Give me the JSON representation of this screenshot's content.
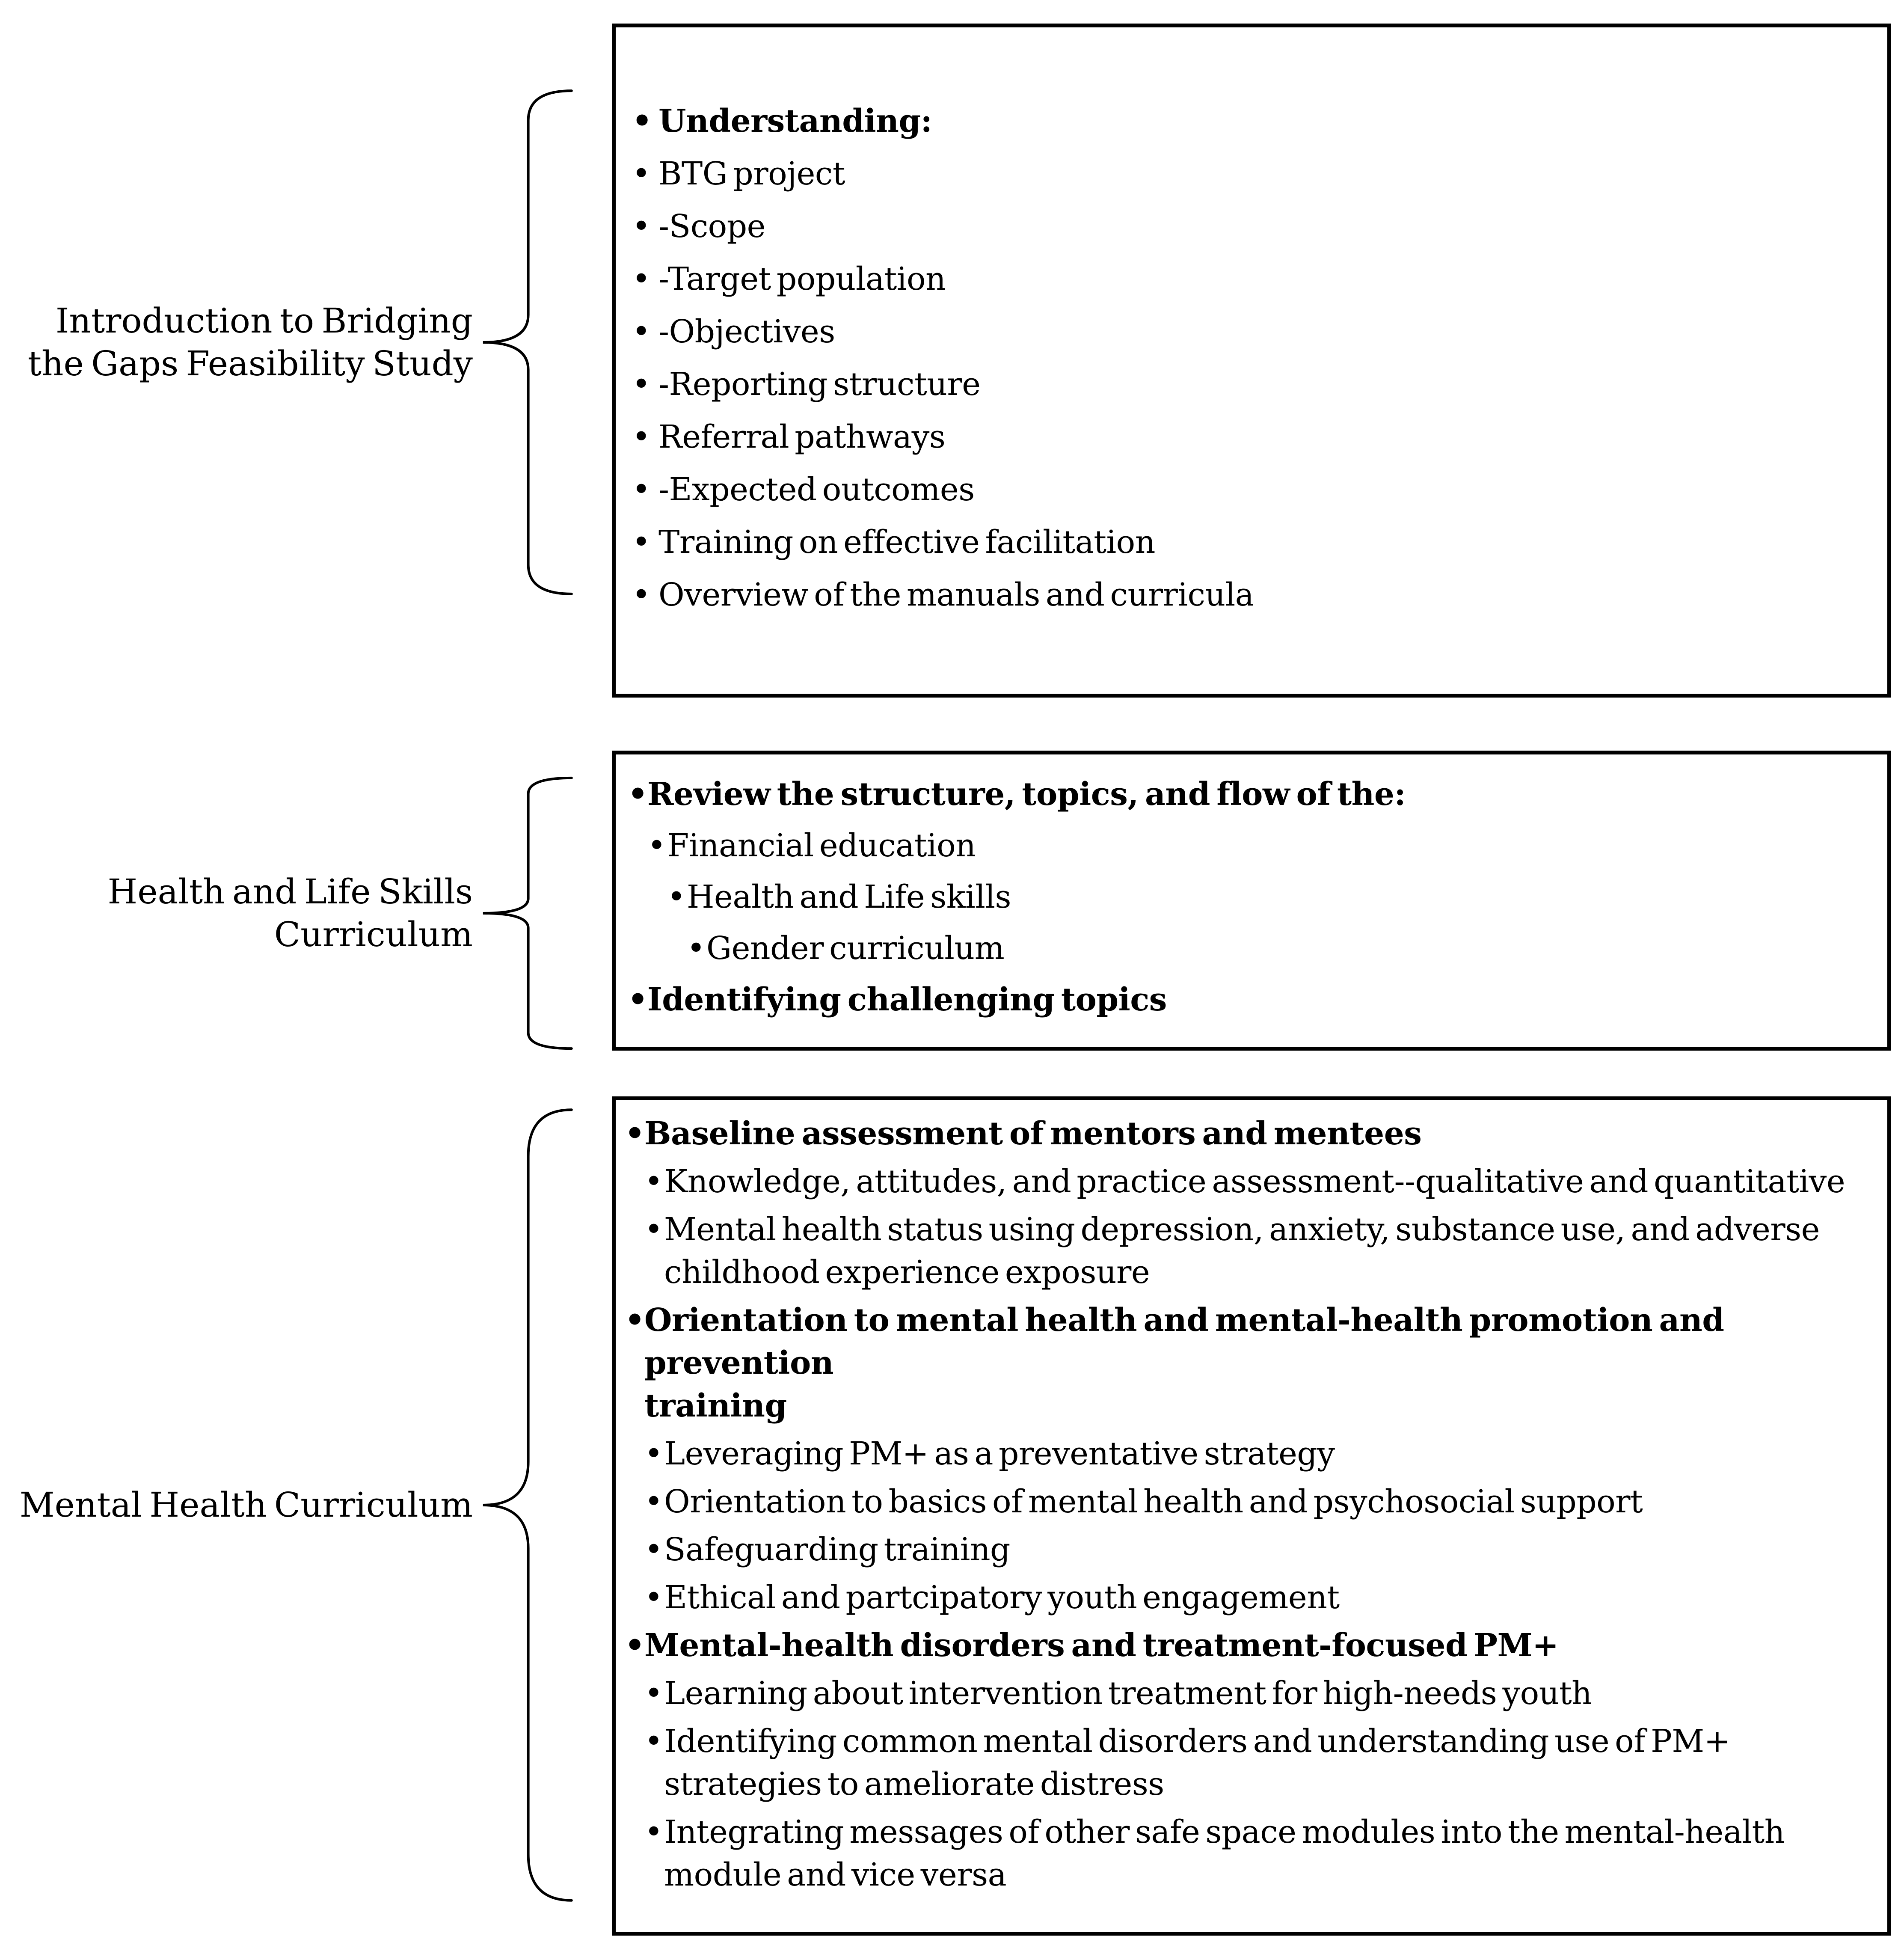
{
  "bullet_char": "•",
  "colors": {
    "text": "#000000",
    "border": "#000000",
    "background": "#ffffff"
  },
  "sections": [
    {
      "label": "Introduction to Bridging\nthe Gaps Feasibility Study",
      "items": [
        {
          "text": "Understanding:",
          "bold": true,
          "indent": 0
        },
        {
          "text": "BTG project",
          "bold": false,
          "indent": 0
        },
        {
          "text": "-Scope",
          "bold": false,
          "indent": 0
        },
        {
          "text": "-Target population",
          "bold": false,
          "indent": 0
        },
        {
          "text": "-Objectives",
          "bold": false,
          "indent": 0
        },
        {
          "text": "-Reporting structure",
          "bold": false,
          "indent": 0
        },
        {
          "text": "Referral pathways",
          "bold": false,
          "indent": 0
        },
        {
          "text": "-Expected outcomes",
          "bold": false,
          "indent": 0
        },
        {
          "text": "Training on effective facilitation",
          "bold": false,
          "indent": 0
        },
        {
          "text": "Overview of the manuals and curricula",
          "bold": false,
          "indent": 0
        }
      ]
    },
    {
      "label": "Health and Life Skills\nCurriculum",
      "items": [
        {
          "text": "Review the structure, topics, and flow of the:",
          "bold": true,
          "indent": 0
        },
        {
          "text": "Financial education",
          "bold": false,
          "indent": 1
        },
        {
          "text": "Health and Life skills",
          "bold": false,
          "indent": 2
        },
        {
          "text": "Gender curriculum",
          "bold": false,
          "indent": 3
        },
        {
          "text": "Identifying challenging topics",
          "bold": true,
          "indent": 0
        }
      ]
    },
    {
      "label": "Mental Health Curriculum",
      "items": [
        {
          "text": "Baseline assessment of mentors and mentees",
          "bold": true,
          "indent": 0
        },
        {
          "text": "Knowledge, attitudes, and practice assessment--qualitative and quantitative",
          "bold": false,
          "indent": 1
        },
        {
          "text": "Mental health status using depression, anxiety, substance use, and adverse\nchildhood experience exposure",
          "bold": false,
          "indent": 1
        },
        {
          "text": "Orientation to mental health and mental-health promotion and prevention\ntraining",
          "bold": true,
          "indent": 0
        },
        {
          "text": "Leveraging PM+ as a preventative strategy",
          "bold": false,
          "indent": 1
        },
        {
          "text": "Orientation to basics of mental health and psychosocial support",
          "bold": false,
          "indent": 1
        },
        {
          "text": "Safeguarding training",
          "bold": false,
          "indent": 1
        },
        {
          "text": "Ethical and partcipatory youth engagement",
          "bold": false,
          "indent": 1
        },
        {
          "text": "Mental-health disorders and treatment-focused PM+",
          "bold": true,
          "indent": 0
        },
        {
          "text": "Learning about intervention treatment for high-needs youth",
          "bold": false,
          "indent": 1
        },
        {
          "text": "Identifying common mental disorders and understanding use of PM+\nstrategies to ameliorate distress",
          "bold": false,
          "indent": 1
        },
        {
          "text": "Integrating messages of other safe space modules into the mental-health\nmodule and vice versa",
          "bold": false,
          "indent": 1
        }
      ]
    }
  ]
}
